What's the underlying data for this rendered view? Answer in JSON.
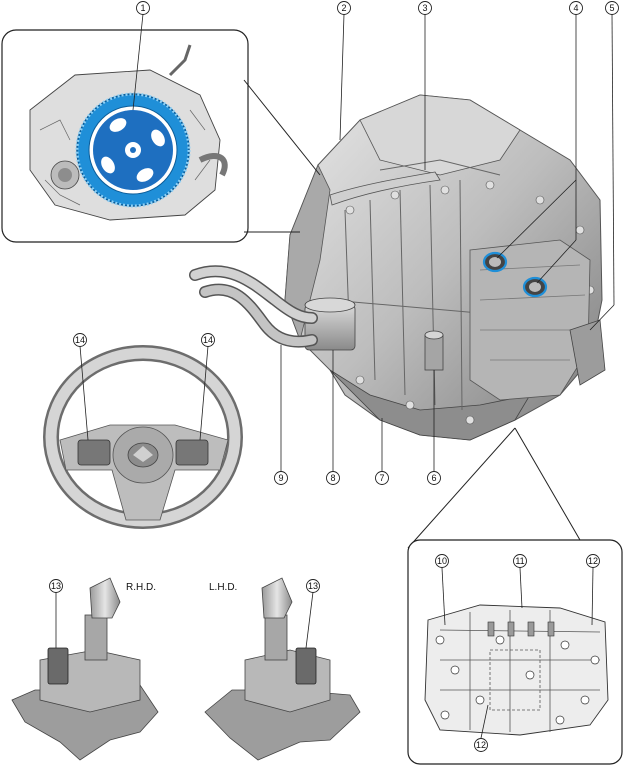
{
  "callouts": {
    "c1": "1",
    "c2": "2",
    "c3": "3",
    "c4": "4",
    "c5": "5",
    "c6": "6",
    "c7": "7",
    "c8": "8",
    "c9": "9",
    "c10": "10",
    "c11": "11",
    "c12a": "12",
    "c12b": "12",
    "c13a": "13",
    "c13b": "13",
    "c14a": "14",
    "c14b": "14"
  },
  "shifters": {
    "rhd_label": "R.H.D.",
    "lhd_label": "L.H.D."
  },
  "colors": {
    "highlight_blue": "#1f8fd8",
    "flywheel_blue": "#1e6fc0",
    "metal_light": "#cfcfcf",
    "metal_dark": "#6b6b6b",
    "outline": "#222222"
  }
}
